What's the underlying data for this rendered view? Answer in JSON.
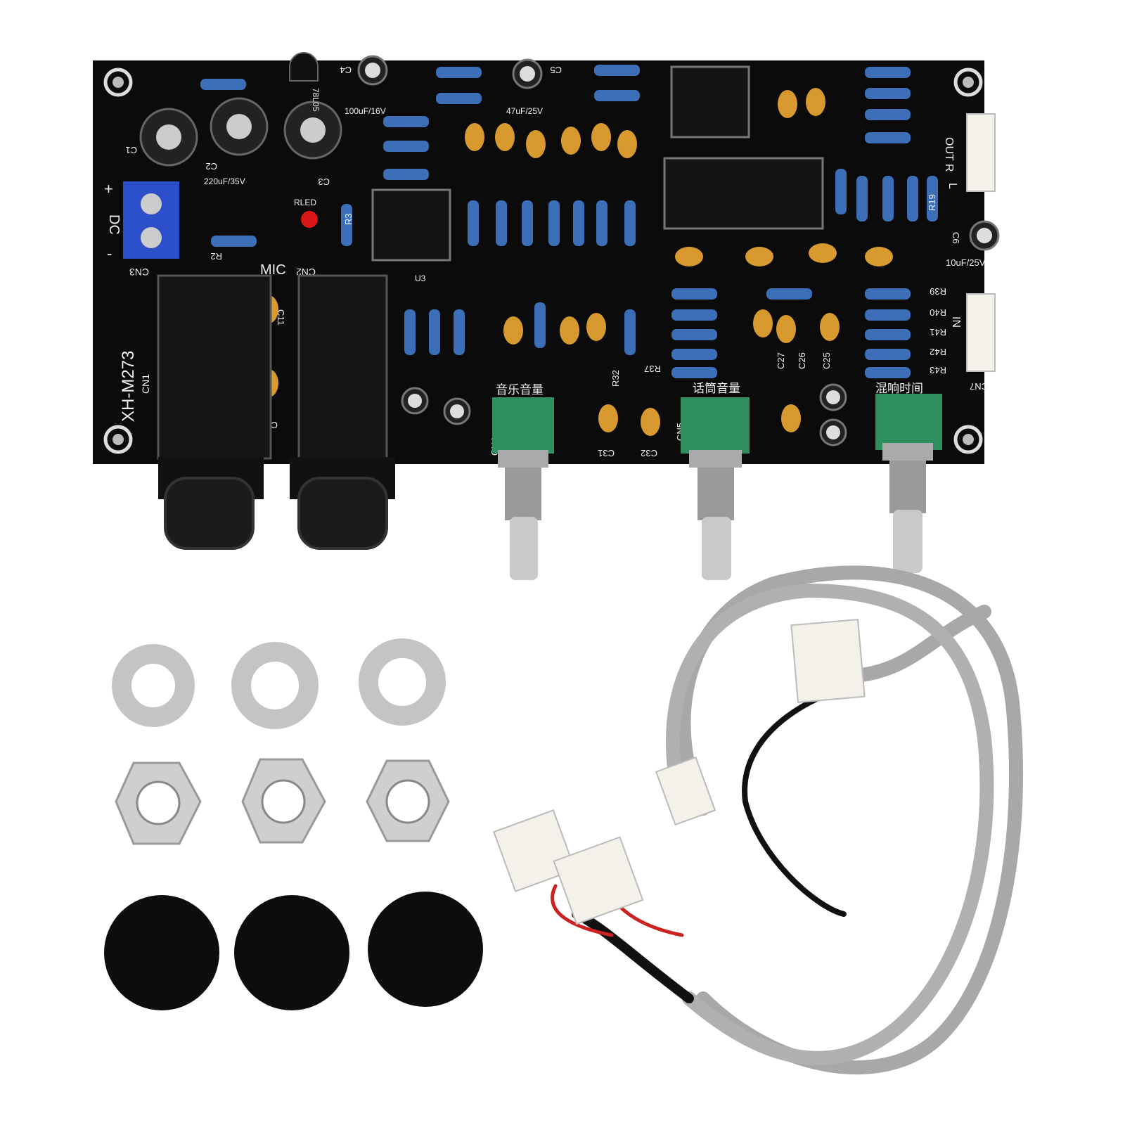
{
  "board": {
    "model": "XH-M273",
    "mic_label": "MIC",
    "dc_label": "DC",
    "plus": "+",
    "minus": "-",
    "connectors": {
      "cn1": "CN1",
      "cn2": "CN2",
      "cn3": "CN3",
      "cn4": "CN4",
      "cn5": "CN5",
      "cn7": "CN7"
    },
    "pot_labels": {
      "music_volume": "音乐音量",
      "mic_volume": "话筒音量",
      "reverb_time": "混响时间"
    },
    "led_label": "RLED",
    "regulator": "78L05",
    "u3": "U3",
    "out_label": "OUT R",
    "out_l": "L",
    "in_label": "IN",
    "caps": {
      "c1": "C1",
      "c2": "C2",
      "c3": "C3",
      "c4": "C4",
      "c5": "C5",
      "c6": "C6",
      "c2_value": "220uF/35V",
      "c4_value": "100uF/16V",
      "c5_value": "47uF/25V",
      "c6_value": "10uF/25V",
      "c25": "C25",
      "c26": "C26",
      "c27": "C27",
      "c31": "C31",
      "c32": "C32",
      "c11": "C11",
      "c12": "C12"
    },
    "resistors": {
      "r2": "R2",
      "r3": "R3",
      "r19": "R19",
      "r32": "R32",
      "r37": "R37",
      "r39": "R39",
      "r40": "R40",
      "r41": "R41",
      "r42": "R42",
      "r43": "R43"
    }
  },
  "colors": {
    "pcb": "#0b0b0b",
    "silkscreen": "#f2f2f2",
    "resistor": "#3d6fb8",
    "ceramic_cap": "#d89a2e",
    "pot": "#2f8f5f",
    "terminal_block": "#2a4fc9",
    "led": "#d81818",
    "cable": "#a8a8a8",
    "connector": "#f3f1ea"
  }
}
